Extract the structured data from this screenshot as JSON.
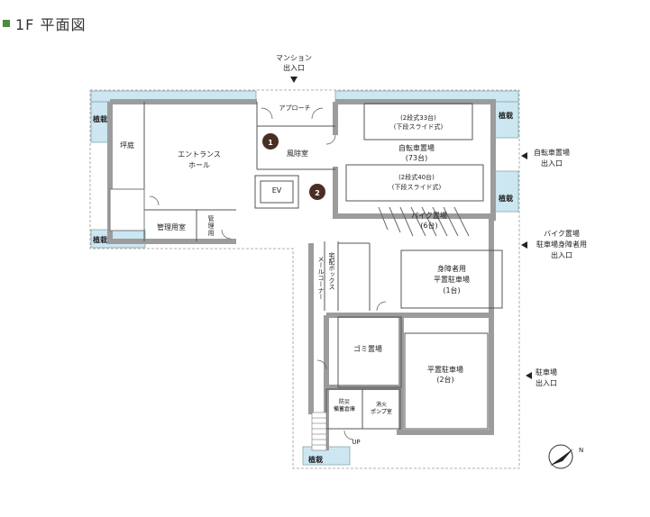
{
  "title": "1F 平面図",
  "colors": {
    "accent": "#4e8a3a",
    "planting": "#cce6f2",
    "wall": "#9c9c9c",
    "marker": "#4a2e22"
  },
  "labels": {
    "mansion_entrance": [
      "マンション",
      "出入口"
    ],
    "approach": "アプローチ",
    "fuujoshitsu": "風除室",
    "entrance_hall": [
      "エントランス",
      "ホール"
    ],
    "tsuboniwa": "坪庭",
    "ev": "EV",
    "kanri_yoshitsu": "管理用室",
    "kanri_soko": [
      "管",
      "理",
      "用"
    ],
    "planting": "植栽",
    "bike_top": [
      "(2段式33台)",
      "(下段スライド式)"
    ],
    "bike_main": [
      "自転車置場",
      "(73台)"
    ],
    "bike_bottom": [
      "(2段式40台)",
      "(下段スライド式)"
    ],
    "bicycle_entrance": [
      "自転車置場",
      "出入口"
    ],
    "moto": [
      "バイク置場",
      "(6台)"
    ],
    "moto_entrance": [
      "バイク置場",
      "駐車場身障者用",
      "出入口"
    ],
    "takuhai": "宅配ボックス",
    "mail": "メールコーナー",
    "handicap_parking": [
      "身障者用",
      "平置駐車場",
      "(1台)"
    ],
    "garbage": "ゴミ置場",
    "parking": [
      "平置駐車場",
      "(2台)"
    ],
    "parking_entrance": [
      "駐車場",
      "出入口"
    ],
    "bousai": [
      "防災",
      "備蓄倉庫"
    ],
    "pump": [
      "消火",
      "ポンプ室"
    ],
    "up": "UP",
    "north": "N",
    "marker1": "1",
    "marker2": "2"
  }
}
